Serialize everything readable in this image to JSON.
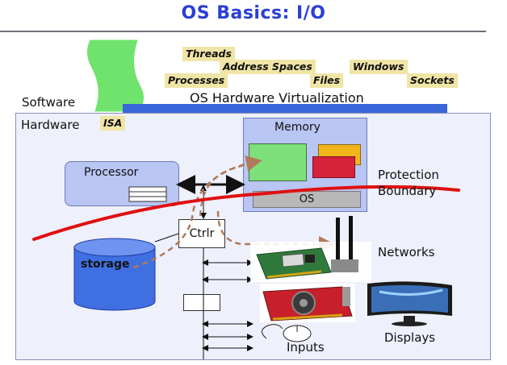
{
  "title": "OS Basics: I/O",
  "software_label": "Software",
  "hardware_label": "Hardware",
  "virtualization_label": "OS Hardware Virtualization",
  "isa_label": "ISA",
  "abstractions": [
    "Threads",
    "Address Spaces",
    "Windows",
    "Processes",
    "Files",
    "Sockets"
  ],
  "processor_label": "Processor",
  "memory_label": "Memory",
  "os_label": "OS",
  "ctrlr_label": "Ctrlr",
  "storage_label": "storage",
  "protection_label_line1": "Protection",
  "protection_label_line2": "Boundary",
  "networks_label": "Networks",
  "displays_label": "Displays",
  "inputs_label": "Inputs",
  "colors": {
    "title": "#2a3fd6",
    "virtualization_bar": "#3b66d9",
    "protection_boundary": "#e01010",
    "storage": "#3f6fe0",
    "tag_background": "#f0e5a6"
  }
}
